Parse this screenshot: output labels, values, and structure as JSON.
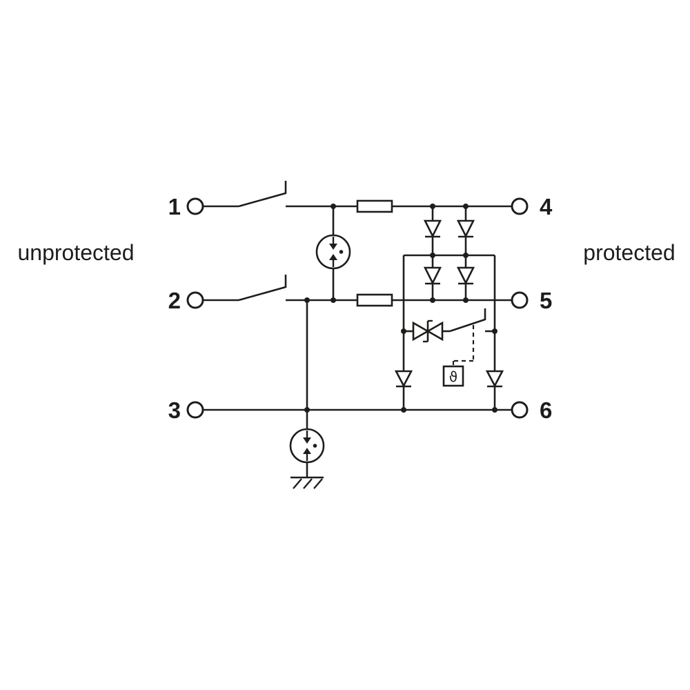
{
  "diagram": {
    "type": "surge-protection-circuit-schematic",
    "side_labels": {
      "left": "unprotected",
      "right": "protected"
    },
    "terminals": {
      "left": [
        {
          "label": "1"
        },
        {
          "label": "2"
        },
        {
          "label": "3"
        }
      ],
      "right": [
        {
          "label": "4"
        },
        {
          "label": "5"
        },
        {
          "label": "6"
        }
      ]
    },
    "components": {
      "thermal_symbol": "ϑ",
      "icons": [
        "disconnect-switch-icon",
        "resistor-icon",
        "gas-discharge-tube-icon",
        "diode-icon",
        "suppressor-diode-icon",
        "thermal-disconnect-icon",
        "earth-ground-icon"
      ]
    },
    "colors": {
      "line": "#1d1d1b",
      "background": "#ffffff"
    }
  }
}
